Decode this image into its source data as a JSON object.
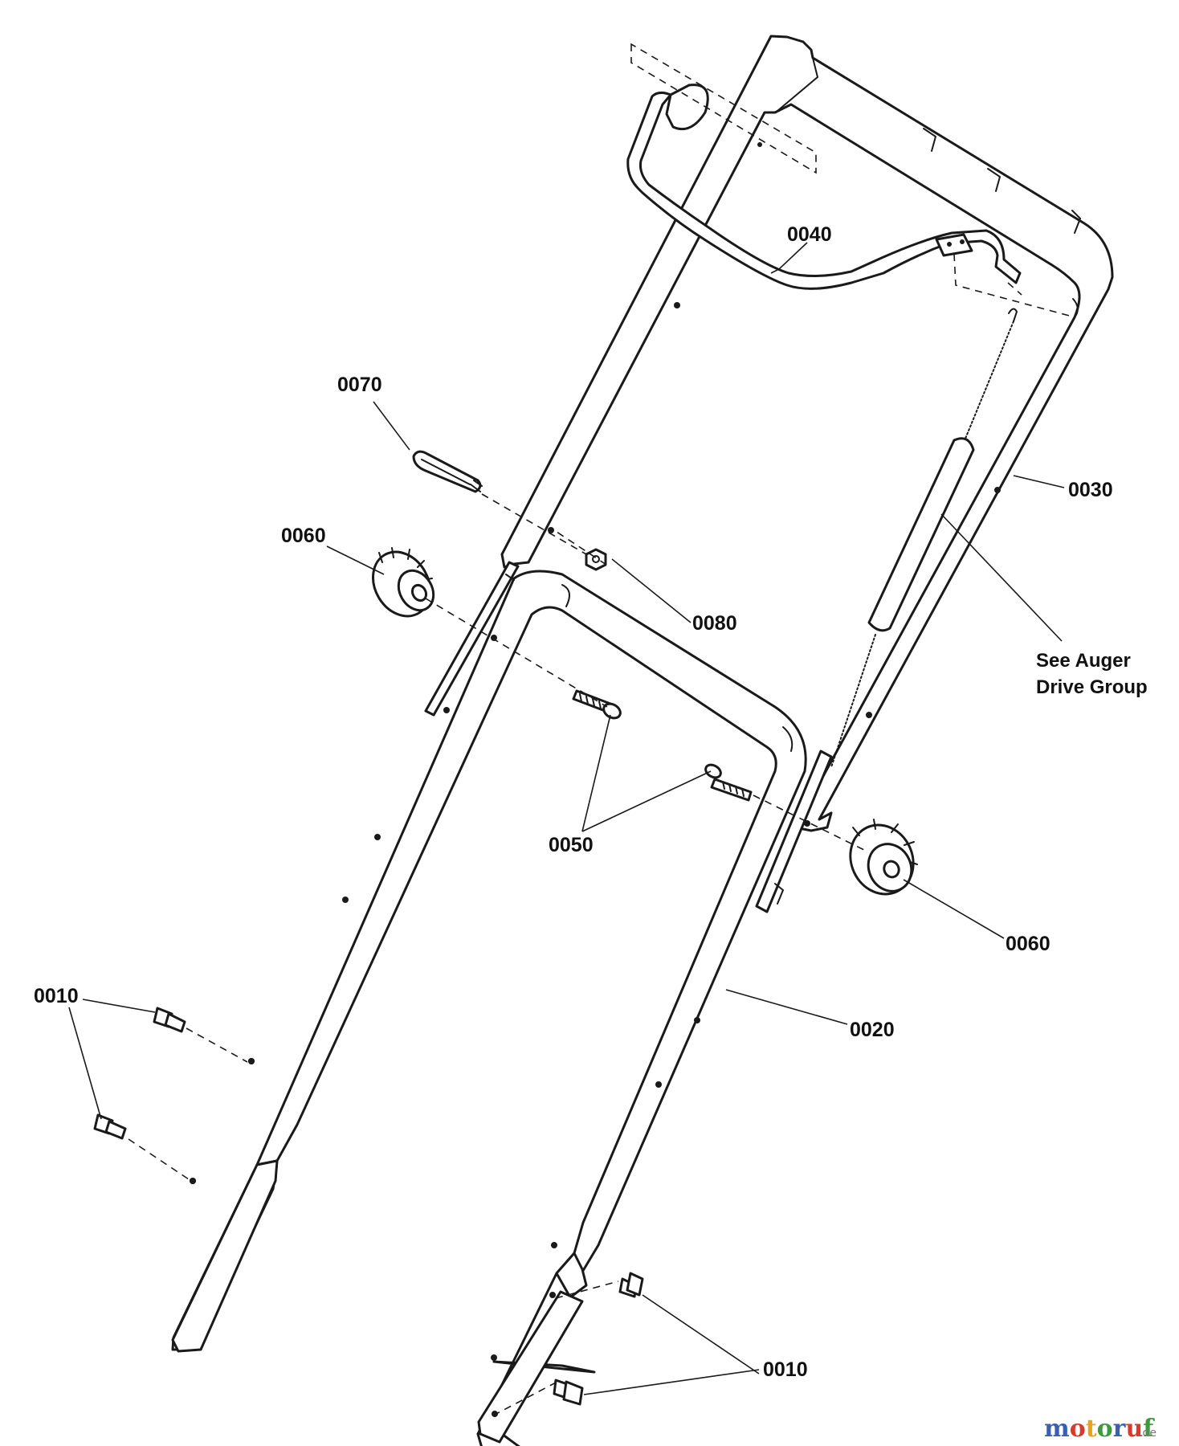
{
  "callouts": {
    "c0010_left": "0010",
    "c0010_right": "0010",
    "c0020": "0020",
    "c0030": "0030",
    "c0040": "0040",
    "c0050": "0050",
    "c0060_left": "0060",
    "c0060_right": "0060",
    "c0070": "0070",
    "c0080": "0080"
  },
  "note": {
    "line1": "See Auger",
    "line2": "Drive Group"
  },
  "watermark": {
    "text": "motoruf",
    "suffix": ".de",
    "colors": [
      "#3a5fb0",
      "#d93a2b",
      "#e8a21a",
      "#3a9b3a",
      "#3a5fb0",
      "#d93a2b",
      "#3a9b3a"
    ]
  }
}
